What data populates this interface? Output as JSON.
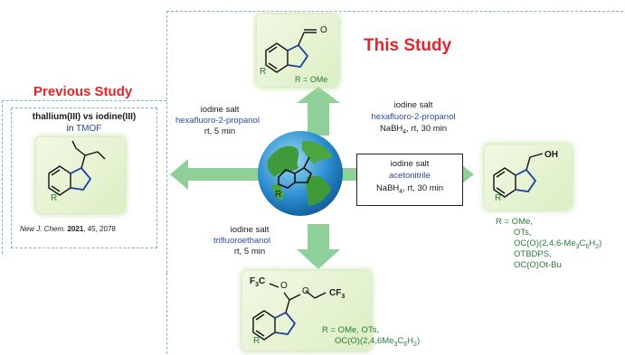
{
  "this_study": "This Study",
  "previous_study": "Previous Study",
  "prev": {
    "line1": "thallium(III) vs iodine(III)",
    "line2_prefix": "in ",
    "line2_solvent": "TMOF",
    "mol_r": "R",
    "ref_journal": "New J. Chem.",
    "ref_year": "2021",
    "ref_rest": ", 45, 2078"
  },
  "top_product": {
    "mol_r": "R",
    "r_label": "R = OMe",
    "carbonyl": "O"
  },
  "left_cond": {
    "reagent": "iodine salt",
    "solvent": "hexafluoro-2-propanol",
    "time": "rt, 5 min"
  },
  "right_upper_cond": {
    "reagent": "iodine salt",
    "solvent": "hexafluoro-2-propanol",
    "reductant": "NaBH",
    "sub": "4",
    "rest": ", rt, 30 min"
  },
  "box_cond": {
    "reagent": "iodine salt",
    "solvent": "acetonitrile",
    "reductant": "NaBH",
    "sub": "4",
    "rest": ", rt, 30 min"
  },
  "bottom_cond": {
    "reagent": "iodine salt",
    "solvent": "trifluoroethanol",
    "time": "rt, 5 min"
  },
  "right_product": {
    "oh": "OH",
    "mol_r": "R",
    "r_lines": [
      "R = OMe,",
      "OTs,",
      "OC(O)(2,4,6-Me",
      "OTBDPS,",
      "OC(O)Ot-Bu"
    ],
    "r_line3_sub1": "3",
    "r_line3_mid": "C",
    "r_line3_sub2": "6",
    "r_line3_h": "H",
    "r_line3_sub3": "2",
    "r_line3_end": ")"
  },
  "bottom_product": {
    "cf3_left_a": "F",
    "cf3_left_sub": "3",
    "cf3_left_c": "C",
    "o_left": "O",
    "o_right": "O",
    "cf3_right_a": "CF",
    "cf3_right_sub": "3",
    "mol_r": "R",
    "r_line1": "R = OMe, OTs,",
    "r_line2": "OC(O)(2,4,6Me",
    "r_line2_sub1": "3",
    "r_line2_c": "C",
    "r_line2_sub2": "6",
    "r_line2_h": "H",
    "r_line2_sub3": "2",
    "r_line2_end": ")"
  },
  "globe_mol_r": "R",
  "colors": {
    "arrow": "#8fd09a",
    "accent_red": "#e0262a",
    "blue_text": "#2a4aa8",
    "green_text": "#2a7a3a",
    "dashed": "#7bb3e0"
  }
}
